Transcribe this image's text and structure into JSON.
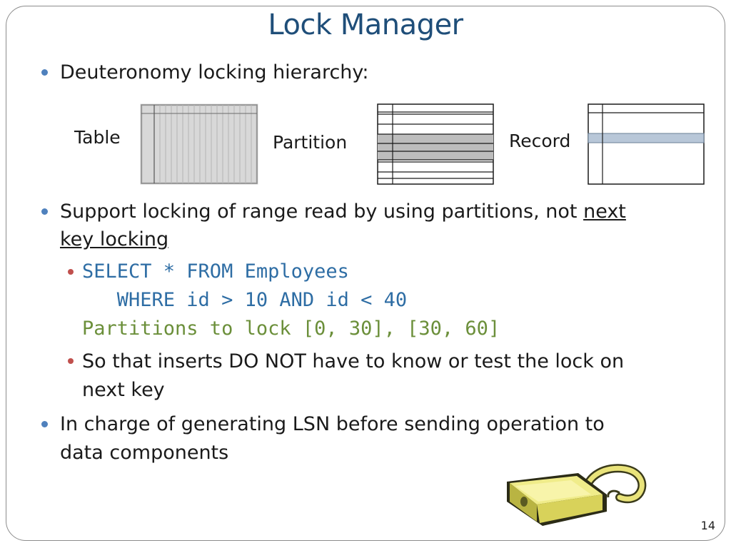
{
  "slide": {
    "title": "Lock Manager",
    "page_number": "14",
    "bullets": [
      {
        "text": "Deuteronomy locking hierarchy:"
      },
      {
        "text_before": "Support locking of range read by using partitions, not ",
        "text_link_1": "next",
        "text_link_2": "key locking",
        "subbullets": [
          {
            "code_line_1": "SELECT * FROM Employees",
            "code_line_2": "   WHERE id > 10 AND id < 40",
            "code_line_3": "Partitions to lock [0, 30], [30, 60]"
          },
          {
            "text_line_1": "So that inserts DO NOT have to know or test the lock on",
            "text_line_2": "next key"
          }
        ]
      },
      {
        "text_line_1": "In charge of generating LSN before sending operation to",
        "text_line_2": "data components"
      }
    ],
    "diagram": {
      "table_label": "Table",
      "partition_label": "Partition",
      "record_label": "Record"
    }
  },
  "colors": {
    "title": "#1f4e79",
    "bullet_level1": "#4f81bd",
    "bullet_level2": "#c0504d",
    "code_blue": "#2e6da4",
    "code_green": "#6b8f3a"
  },
  "icons": {
    "lock": "padlock-icon"
  }
}
